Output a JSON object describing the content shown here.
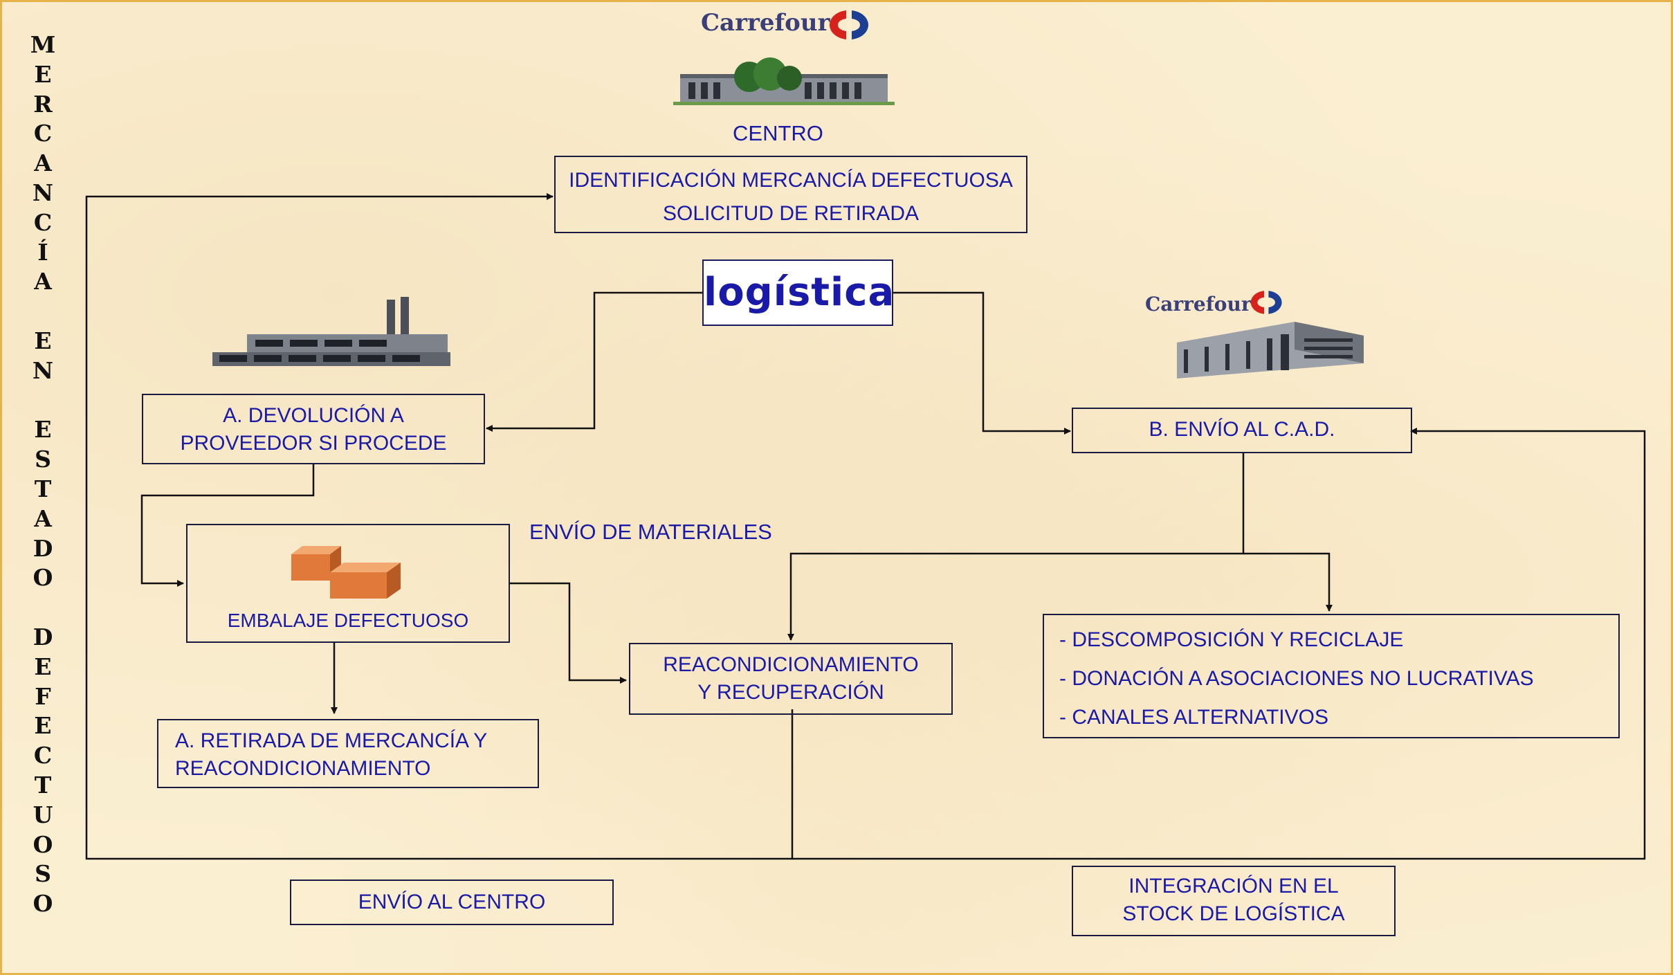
{
  "side_label": [
    "M",
    "E",
    "R",
    "C",
    "A",
    "N",
    "C",
    "Í",
    "A",
    "",
    "E",
    "N",
    "",
    "E",
    "S",
    "T",
    "A",
    "D",
    "O",
    "",
    "D",
    "E",
    "F",
    "E",
    "C",
    "T",
    "U",
    "O",
    "S",
    "O"
  ],
  "brand_top": "Carrefour",
  "brand_right": "Carrefour",
  "centro_label": "CENTRO",
  "box_identificacion": [
    "IDENTIFICACIÓN MERCANCÍA DEFECTUOSA",
    "SOLICITUD DE RETIRADA"
  ],
  "logistica": "logística",
  "box_devolucion": [
    "A. DEVOLUCIÓN A",
    "PROVEEDOR SI PROCEDE"
  ],
  "box_envio_cad": "B. ENVÍO AL C.A.D.",
  "envio_materiales": "ENVÍO DE MATERIALES",
  "embalaje": "EMBALAJE DEFECTUOSO",
  "box_reacond": [
    "REACONDICIONAMIENTO",
    "Y RECUPERACIÓN"
  ],
  "box_opciones": [
    "- DESCOMPOSICIÓN Y RECICLAJE",
    "- DONACIÓN A ASOCIACIONES NO LUCRATIVAS",
    "- CANALES ALTERNATIVOS"
  ],
  "box_retirada": [
    "A. RETIRADA DE MERCANCÍA Y",
    "REACONDICIONAMIENTO"
  ],
  "box_envio_centro": "ENVÍO AL CENTRO",
  "box_integracion": [
    "INTEGRACIÓN EN EL",
    "STOCK DE LOGÍSTICA"
  ],
  "colors": {
    "text": "#1a1aa8",
    "border": "#1a1a40",
    "frame": "#e6b24a",
    "background": "#fbefd2",
    "carrefour_red": "#d6221b",
    "carrefour_blue": "#1d3f93",
    "box_orange": "#e0793a"
  },
  "icons": [
    "carrefour-logo-icon",
    "hypermarket-building-icon",
    "factory-icon",
    "warehouse-building-icon",
    "cardboard-boxes-icon"
  ]
}
